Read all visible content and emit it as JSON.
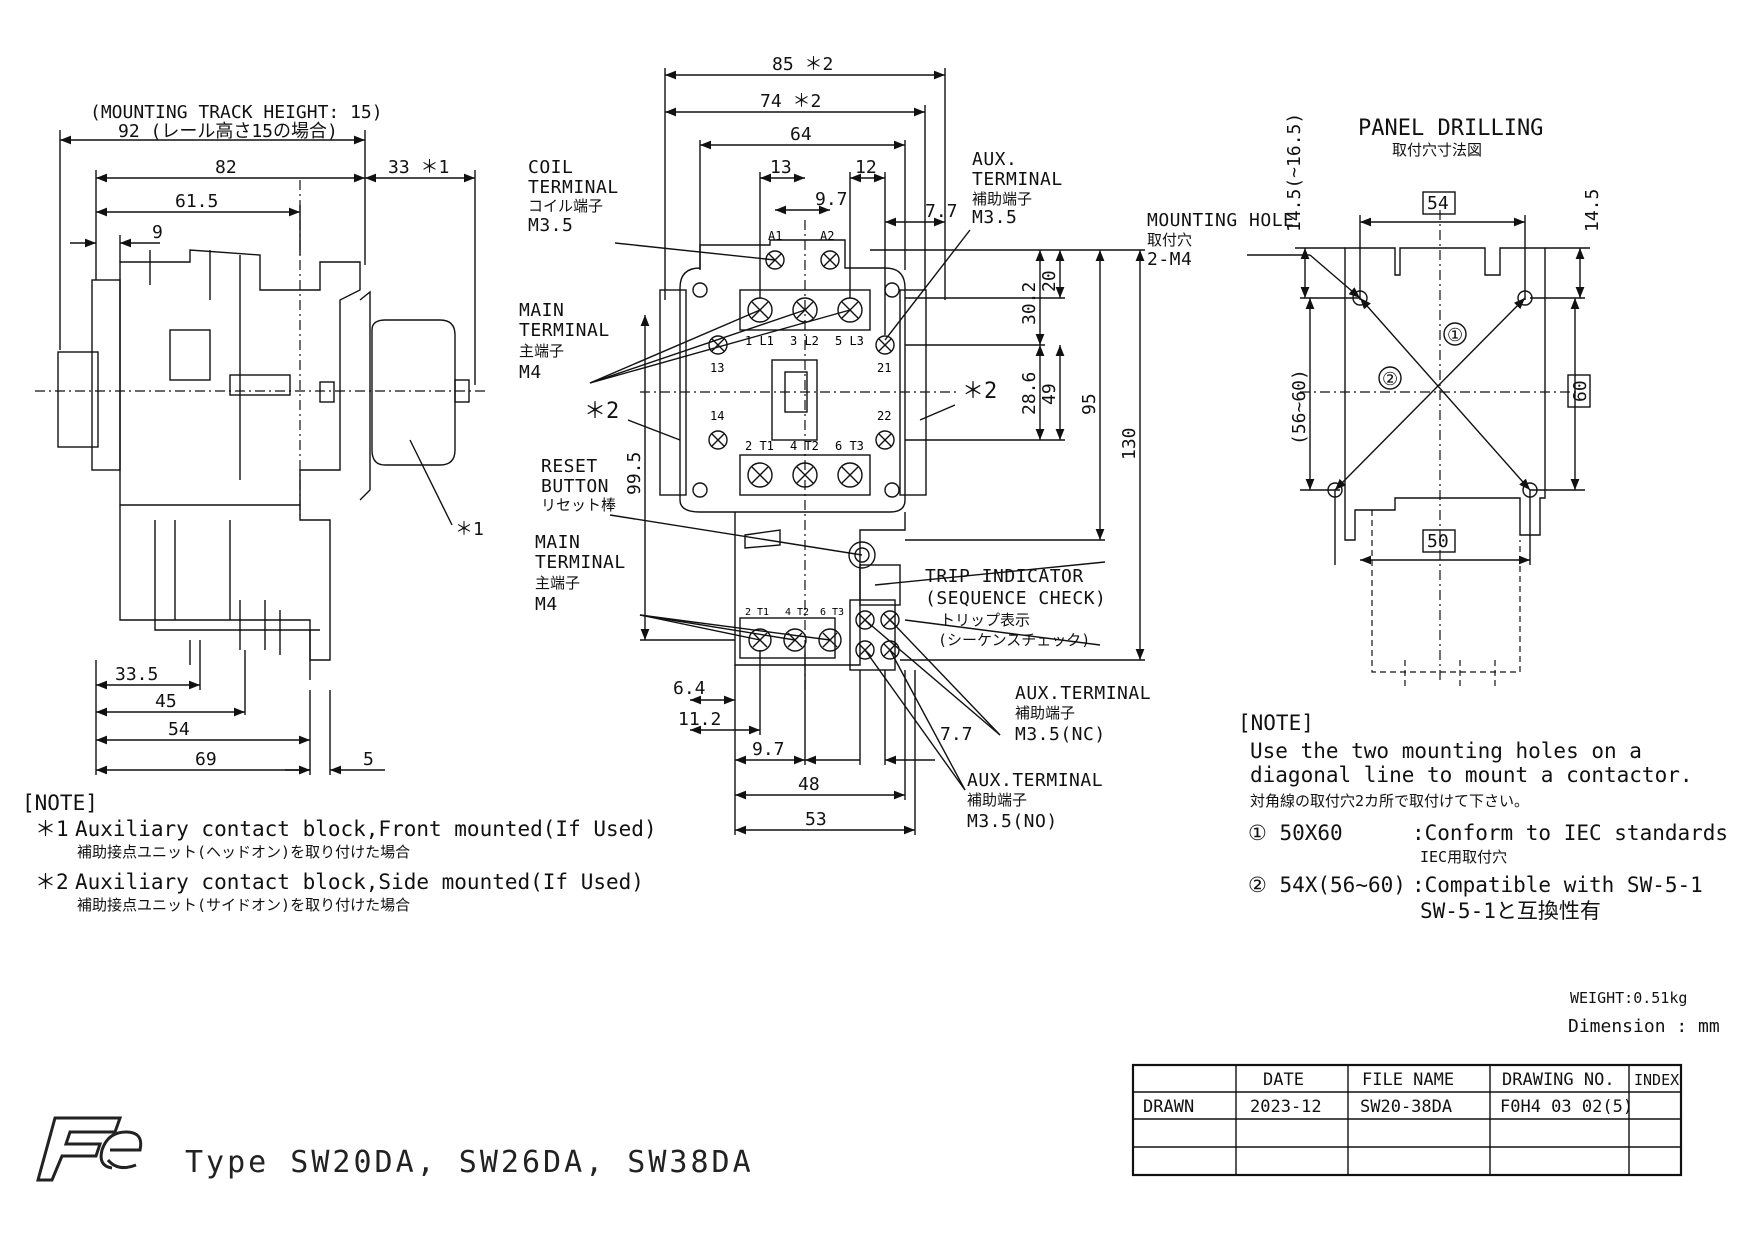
{
  "side_view": {
    "dims": {
      "track": "(MOUNTING TRACK HEIGHT: 15)",
      "d92": "92 (レール高さ15の場合)",
      "d82": "82",
      "d33": "33 ＊1",
      "d615": "61.5",
      "d9": "9",
      "d335": "33.5",
      "d45": "45",
      "d54": "54",
      "d69": "69",
      "d5": "5"
    },
    "marker1": "＊1"
  },
  "front_view": {
    "dims": {
      "d85": "85 ＊2",
      "d74": "74 ＊2",
      "d64": "64",
      "d13": "13",
      "d12": "12",
      "d97": "9.7",
      "d77": "7.7",
      "d302": "30.2",
      "d20": "20",
      "d286": "28.6",
      "d49": "49",
      "d95": "95",
      "d130": "130",
      "d995": "99.5",
      "d64b": "6.4",
      "d112": "11.2",
      "d97b": "9.7",
      "d77b": "7.7",
      "d48": "48",
      "d53": "53"
    },
    "terminals": {
      "a1": "A1",
      "a2": "A2",
      "l1": "1 L1",
      "l2": "3 L2",
      "l3": "5 L3",
      "t1": "2 T1",
      "t2": "4 T2",
      "t3": "6 T3",
      "c13": "13",
      "c14": "14",
      "c21": "21",
      "c22": "22",
      "s2t1": "2 T1",
      "s4t2": "4 T2",
      "s6t3": "6 T3"
    },
    "labels": {
      "coil_en1": "COIL",
      "coil_en2": "TERMINAL",
      "coil_jp": "コイル端子",
      "coil_size": "M3.5",
      "aux_en1": "AUX.",
      "aux_en2": "TERMINAL",
      "aux_jp": "補助端子",
      "aux_size": "M3.5",
      "main_en1": "MAIN",
      "main_en2": "TERMINAL",
      "main_jp": "主端子",
      "main_size": "M4",
      "star2_left": "＊2",
      "star2_right": "＊2",
      "reset_en1": "RESET",
      "reset_en2": "BUTTON",
      "reset_jp": "リセット棒",
      "main2_en1": "MAIN",
      "main2_en2": "TERMINAL",
      "main2_jp": "主端子",
      "main2_size": "M4",
      "trip_en1": "TRIP INDICATOR",
      "trip_en2": "(SEQUENCE CHECK)",
      "trip_jp1": "トリップ表示",
      "trip_jp2": "(シーケンスチェック)",
      "auxnc_en": "AUX.TERMINAL",
      "auxnc_jp": "補助端子",
      "auxnc_size": "M3.5(NC)",
      "auxno_en": "AUX.TERMINAL",
      "auxno_jp": "補助端子",
      "auxno_size": "M3.5(NO)"
    }
  },
  "panel": {
    "title": "PANEL DRILLING",
    "title_jp": "取付穴寸法図",
    "hole_en": "MOUNTING HOLE",
    "hole_jp": "取付穴",
    "hole_size": "2-M4",
    "d145a": "14.5(~16.5)",
    "d145b": "14.5",
    "d54": "54",
    "d50": "50",
    "d60": "60",
    "d5660": "(56~60)",
    "mark1": "①",
    "mark2": "②"
  },
  "notes_left": {
    "heading": "[NOTE]",
    "n1_mark": "＊1",
    "n1_en": "Auxiliary contact block,Front mounted(If Used)",
    "n1_jp": "補助接点ユニット(ヘッドオン)を取り付けた場合",
    "n2_mark": "＊2",
    "n2_en": "Auxiliary contact block,Side mounted(If Used)",
    "n2_jp": "補助接点ユニット(サイドオン)を取り付けた場合"
  },
  "notes_right": {
    "heading": "[NOTE]",
    "line1": "Use the two mounting holes on a",
    "line2": "diagonal line to mount a contactor.",
    "line3": "対角線の取付穴2カ所で取付けて下さい。",
    "o1_a": "① 50X60",
    "o1_b": ":Conform to IEC standards",
    "o1_c": "IEC用取付穴",
    "o2_a": "② 54X(56~60)",
    "o2_b": ":Compatible with SW-5-1",
    "o2_c": "SW-5-1と互換性有"
  },
  "meta": {
    "weight": "WEIGHT:0.51kg",
    "dimension": "Dimension : mm"
  },
  "title_block": {
    "headers": [
      "",
      "DATE",
      "FILE NAME",
      "DRAWING NO.",
      "INDEX"
    ],
    "row_label": "DRAWN",
    "date": "2023-12",
    "file_name": "SW20-38DA",
    "drawing_no": "F0H4 03 02(5)",
    "index": ""
  },
  "logo": {
    "text": "Fe"
  },
  "type_title": "Type SW20DA, SW26DA, SW38DA"
}
